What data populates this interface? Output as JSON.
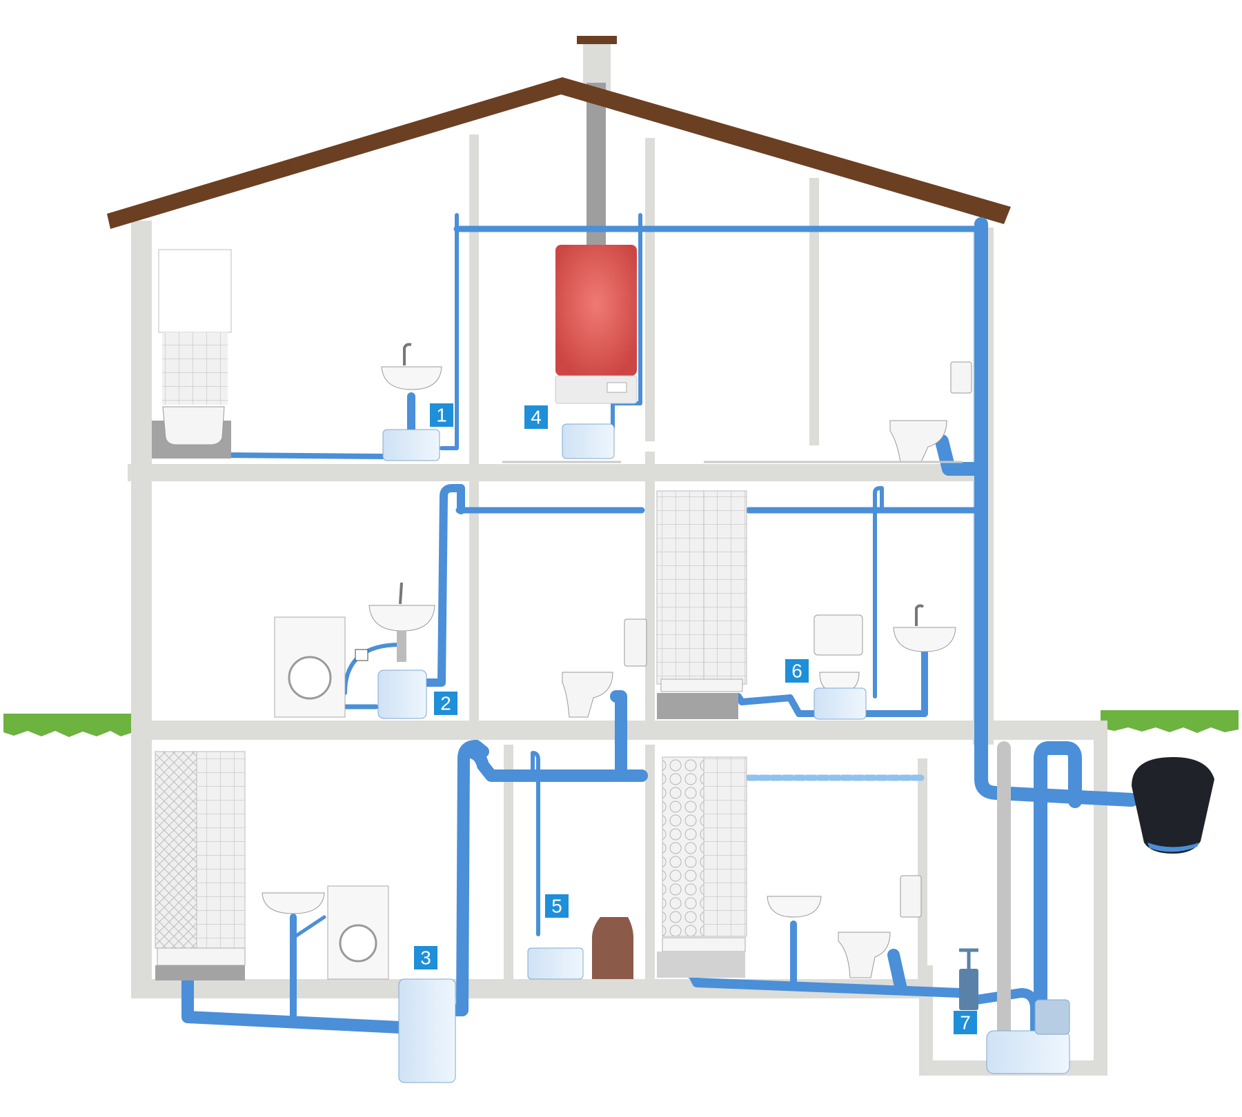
{
  "labels": [
    {
      "id": "marker-1",
      "text": "1"
    },
    {
      "id": "marker-2",
      "text": "2"
    },
    {
      "id": "marker-3",
      "text": "3"
    },
    {
      "id": "marker-4",
      "text": "4"
    },
    {
      "id": "marker-5",
      "text": "5"
    },
    {
      "id": "marker-6",
      "text": "6"
    },
    {
      "id": "marker-7",
      "text": "7"
    }
  ],
  "colors": {
    "pipe": "#4a8fd8",
    "pipe_dark": "#2f6db8",
    "wall": "#dcdcd8",
    "roof": "#6b3f22",
    "grass": "#6cb33f",
    "boiler": "#d9514e",
    "badge": "#1e8fd8",
    "sewer": "#1f2229"
  }
}
